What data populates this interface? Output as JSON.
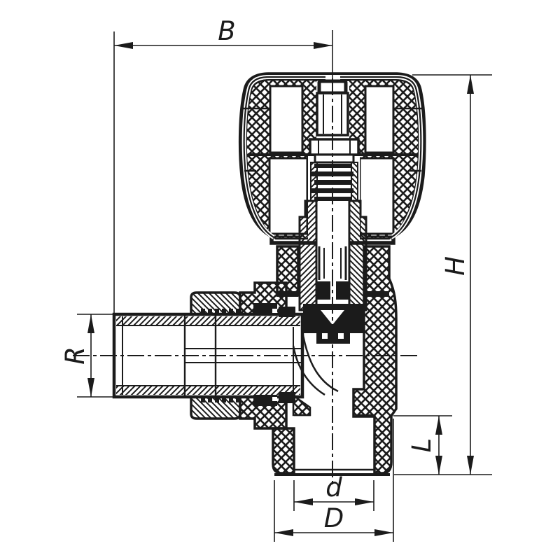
{
  "drawing": {
    "type": "technical-sectional-drawing",
    "subject": "angle radiator valve cross-section",
    "background_color": "#ffffff",
    "line_color": "#1b1b1b",
    "dimensions": {
      "B": {
        "label": "B",
        "orientation": "horizontal",
        "position": "top"
      },
      "H": {
        "label": "H",
        "orientation": "vertical",
        "position": "right"
      },
      "R": {
        "label": "R",
        "orientation": "vertical",
        "position": "left"
      },
      "L": {
        "label": "L",
        "orientation": "vertical",
        "position": "bottom-right"
      },
      "d": {
        "label": "d",
        "orientation": "horizontal",
        "position": "bottom-inner"
      },
      "D": {
        "label": "D",
        "orientation": "horizontal",
        "position": "bottom-outer"
      }
    }
  }
}
